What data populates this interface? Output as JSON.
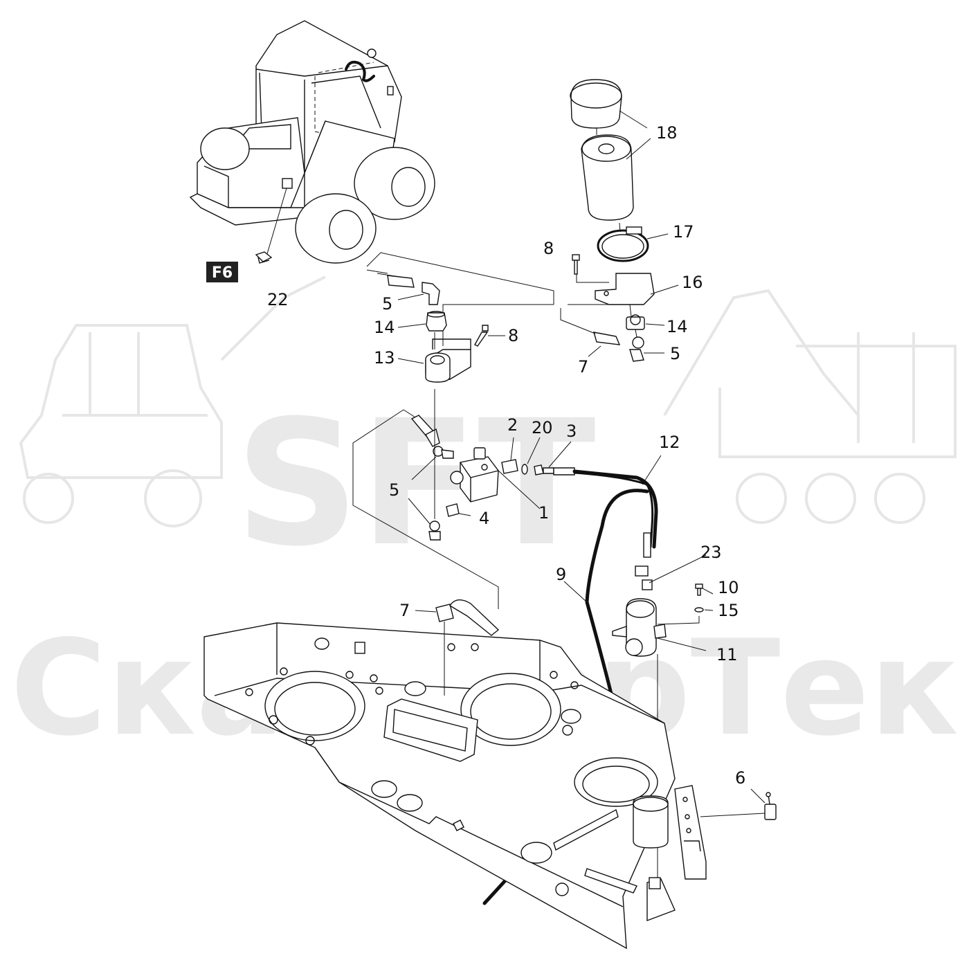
{
  "watermark": {
    "brand": "SFT",
    "company": "СканфорТек"
  },
  "badge": "F6",
  "callouts": {
    "c1": "1",
    "c2": "2",
    "c3": "3",
    "c4": "4",
    "c5a": "5",
    "c5b": "5",
    "c5c": "5",
    "c6": "6",
    "c7a": "7",
    "c7b": "7",
    "c8a": "8",
    "c8b": "8",
    "c9": "9",
    "c10": "10",
    "c11": "11",
    "c12": "12",
    "c13": "13",
    "c14a": "14",
    "c14b": "14",
    "c15": "15",
    "c16": "16",
    "c17": "17",
    "c18": "18",
    "c20": "20",
    "c22": "22",
    "c23": "23"
  }
}
